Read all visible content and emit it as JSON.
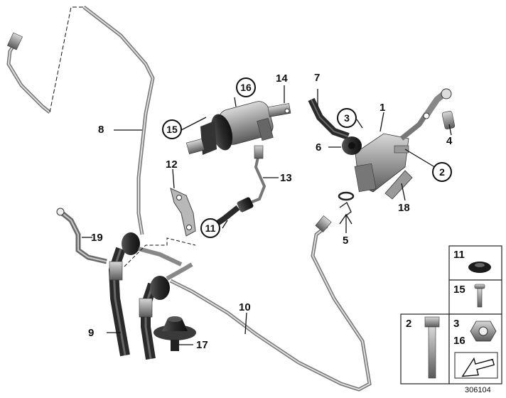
{
  "callouts": {
    "c1": "1",
    "c2": "2",
    "c3": "3",
    "c4": "4",
    "c5": "5",
    "c6": "6",
    "c7": "7",
    "c8": "8",
    "c9": "9",
    "c10": "10",
    "c11": "11",
    "c12": "12",
    "c13": "13",
    "c14": "14",
    "c15": "15",
    "c16": "16",
    "c17": "17",
    "c18": "18",
    "c19": "19"
  },
  "inset": {
    "n11": "11",
    "n15": "15",
    "n2": "2",
    "n3": "3",
    "n16": "16"
  },
  "doc_number": "306104",
  "colors": {
    "ink": "#111111",
    "part_grey": "#8a8a8a",
    "part_dark": "#2b2b2b"
  }
}
